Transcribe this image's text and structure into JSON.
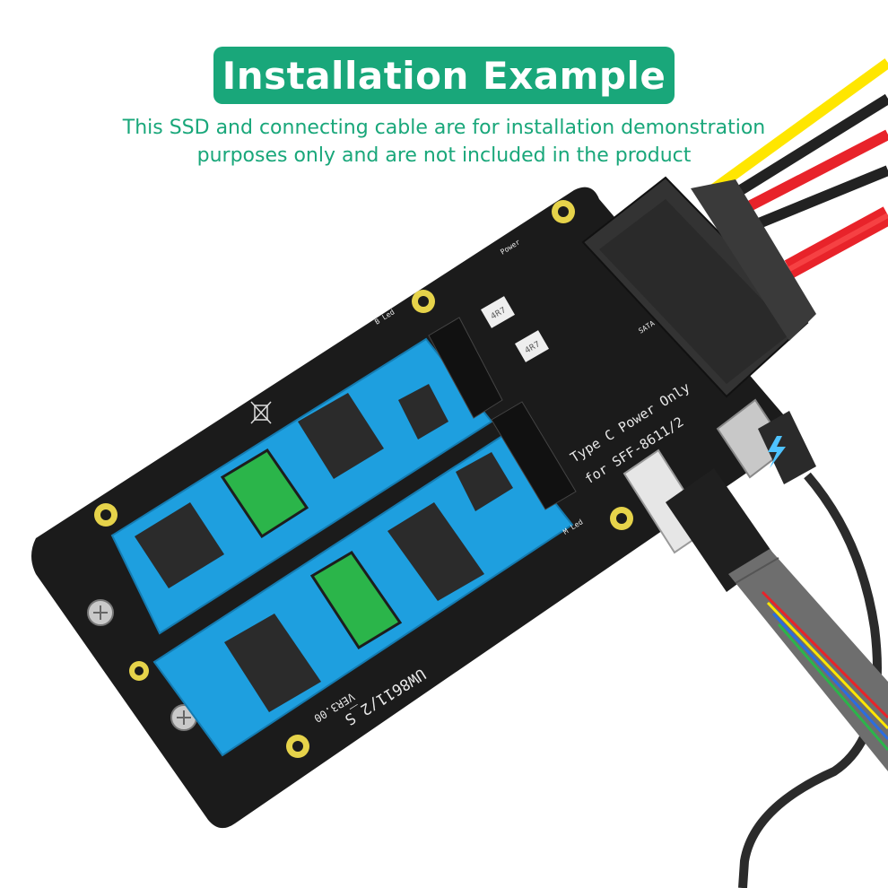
{
  "header": {
    "title": "Installation Example",
    "subtitle_line1": "This SSD and connecting cable are for installation demonstration",
    "subtitle_line2": "purposes only and are not included in the product"
  },
  "board": {
    "model": "UW8611/2_S",
    "version": "VER3.00",
    "silk_type_c": "Type C Power Only",
    "silk_sff": "for  SFF-8611/2",
    "silk_sata": "SATA",
    "silk_power": "Power",
    "silk_m_led": "M Led",
    "silk_b_led": "B Led",
    "inductor_1": "4R7",
    "inductor_2": "4R7"
  },
  "colors": {
    "brand_green": "#19a77a",
    "pcb_black": "#1b1b1b",
    "ssd_blue": "#1e9fdf",
    "chip_green": "#2bb54a",
    "cable_yellow": "#ffe600",
    "cable_red": "#e8232a"
  },
  "icons": [
    "no-trash-icon",
    "lightning-icon",
    "screw-icon",
    "mount-hole-icon"
  ]
}
